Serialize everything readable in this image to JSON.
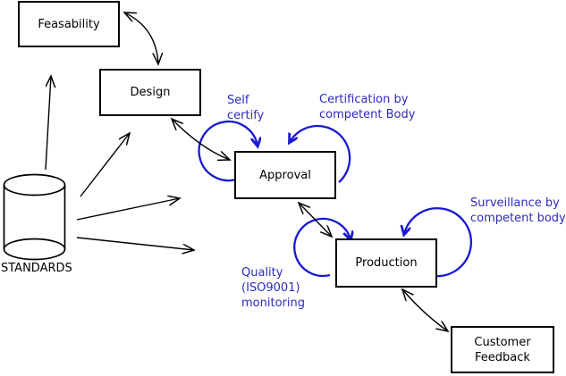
{
  "diagram": {
    "title_hint": "standards-based product lifecycle diagram",
    "nodes": {
      "feasability": {
        "label": "Feasability"
      },
      "design": {
        "label": "Design"
      },
      "approval": {
        "label": "Approval"
      },
      "production": {
        "label": "Production"
      },
      "customer_feedback": {
        "label": "Customer\nFeedback"
      },
      "standards": {
        "label": "STANDARDS",
        "shape": "cylinder"
      }
    },
    "annotations": {
      "self_certify": {
        "label": "Self\ncertify",
        "attached_to": "approval"
      },
      "certification": {
        "label": "Certification by\ncompetent Body",
        "attached_to": "approval"
      },
      "surveillance": {
        "label": "Surveillance by\ncompetent body",
        "attached_to": "production"
      },
      "quality": {
        "label": "Quality\n(ISO9001)\nmonitoring",
        "attached_to": "production"
      }
    },
    "edges": [
      {
        "from": "standards",
        "to": "feasability",
        "arrow": "single"
      },
      {
        "from": "standards",
        "to": "design",
        "arrow": "single"
      },
      {
        "from": "standards",
        "to": "approval",
        "arrow": "single"
      },
      {
        "from": "standards",
        "to": "production",
        "arrow": "single"
      },
      {
        "from": "feasability",
        "to": "design",
        "arrow": "double"
      },
      {
        "from": "design",
        "to": "approval",
        "arrow": "double"
      },
      {
        "from": "approval",
        "to": "production",
        "arrow": "double"
      },
      {
        "from": "production",
        "to": "customer_feedback",
        "arrow": "double"
      }
    ],
    "self_loops": [
      {
        "on": "approval",
        "label": "Self certify"
      },
      {
        "on": "approval",
        "label": "Certification by competent Body"
      },
      {
        "on": "production",
        "label": "Quality (ISO9001) monitoring"
      },
      {
        "on": "production",
        "label": "Surveillance by competent body"
      }
    ],
    "colors": {
      "line_black": "#000000",
      "loop_blue": "#1919d2",
      "annotation_blue": "#2b2bbd",
      "background": "#ffffff"
    }
  }
}
